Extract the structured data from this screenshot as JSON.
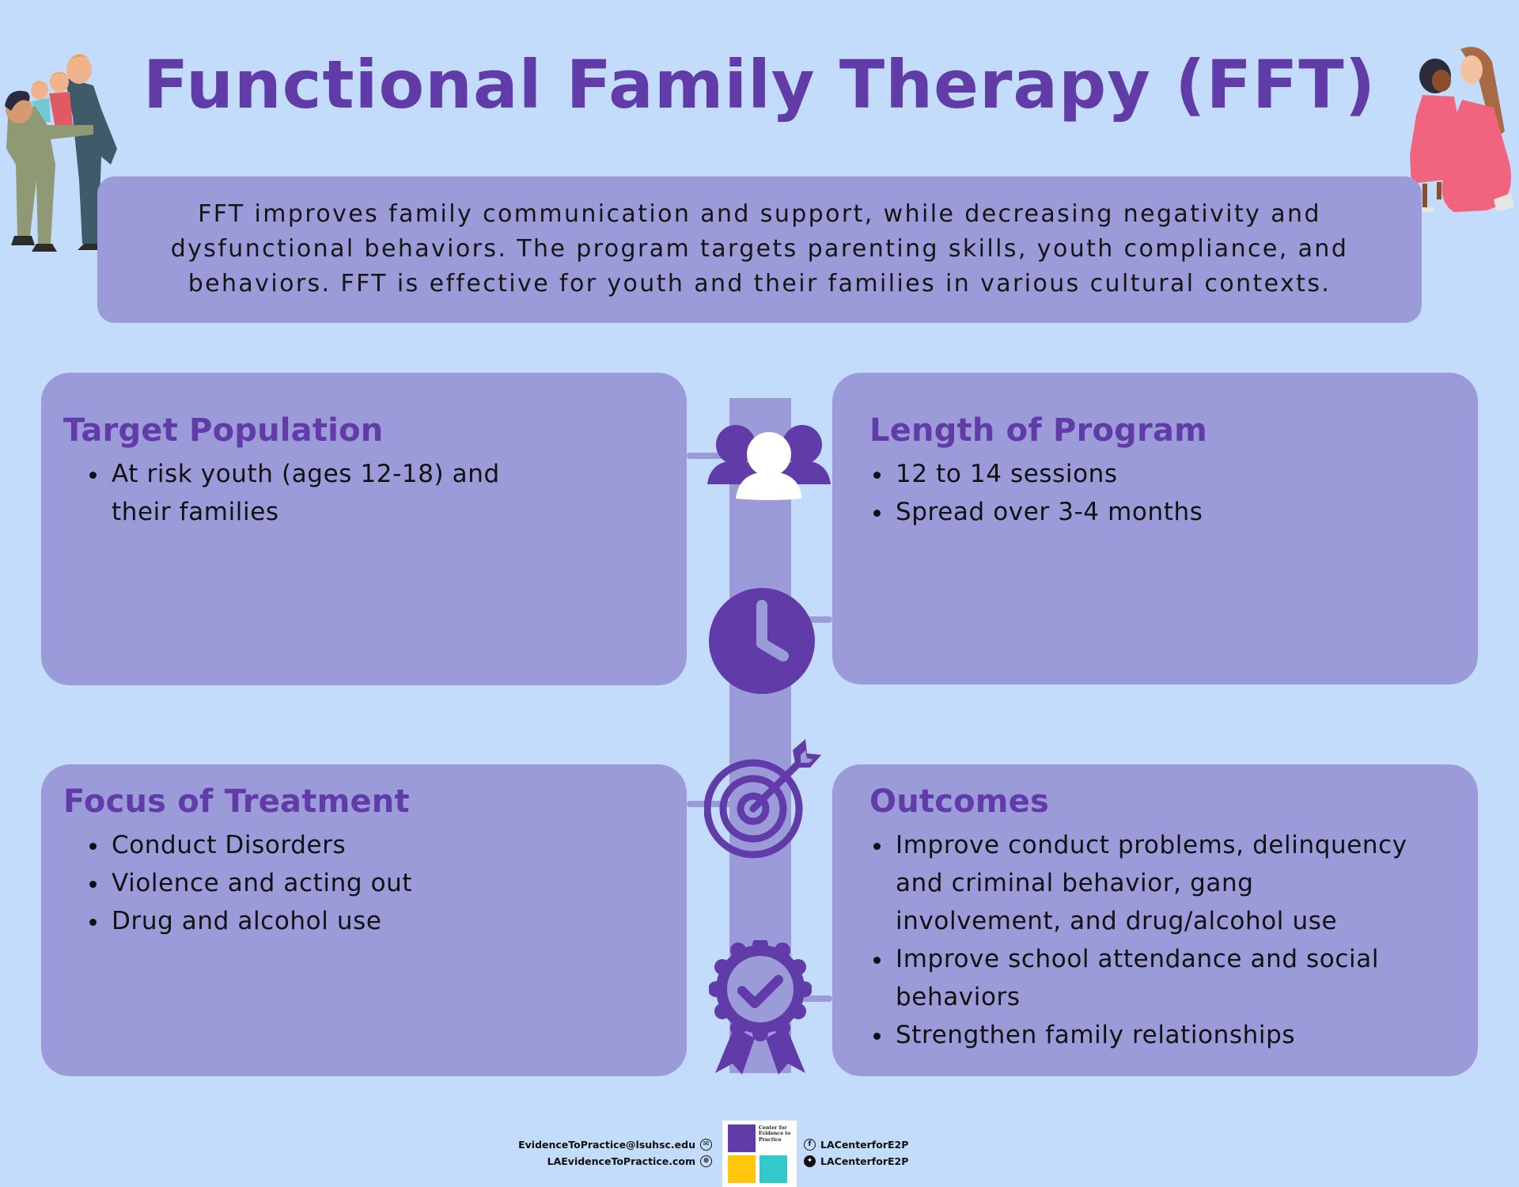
{
  "page": {
    "title": "Functional Family Therapy (FFT)",
    "intro_lines": [
      "FFT improves family communication and support, while decreasing negativity and",
      "dysfunctional behaviors. The program targets parenting skills, youth compliance, and",
      "behaviors. FFT is effective for youth and their families in various cultural contexts."
    ]
  },
  "panels": {
    "target_population": {
      "heading": "Target Population",
      "items": [
        "At risk youth (ages 12-18) and their families"
      ],
      "icon": "group-people-icon"
    },
    "length_of_program": {
      "heading": "Length of Program",
      "items": [
        "12 to 14 sessions",
        "Spread over 3-4 months"
      ],
      "icon": "clock-icon"
    },
    "focus_of_treatment": {
      "heading": "Focus of Treatment",
      "items": [
        "Conduct Disorders",
        "Violence and acting out",
        "Drug and alcohol use"
      ],
      "icon": "target-arrow-icon"
    },
    "outcomes": {
      "heading": "Outcomes",
      "items": [
        "Improve conduct problems, delinquency and criminal behavior, gang involvement, and drug/alcohol use",
        "Improve school attendance and social behaviors",
        "Strengthen family relationships"
      ],
      "icon": "award-badge-check-icon"
    }
  },
  "footer": {
    "email": "EvidenceToPractice@lsuhsc.edu",
    "website": "LAEvidenceToPractice.com",
    "facebook": "LACenterforE2P",
    "twitter": "LACenterforE2P",
    "logo_text": "Center for Evidence to Practice"
  },
  "colors": {
    "background": "#c3dcfb",
    "panel": "#9c9bda",
    "accent_purple": "#613ca8",
    "logo_yellow": "#ffc60b",
    "logo_teal": "#33c8cb"
  }
}
